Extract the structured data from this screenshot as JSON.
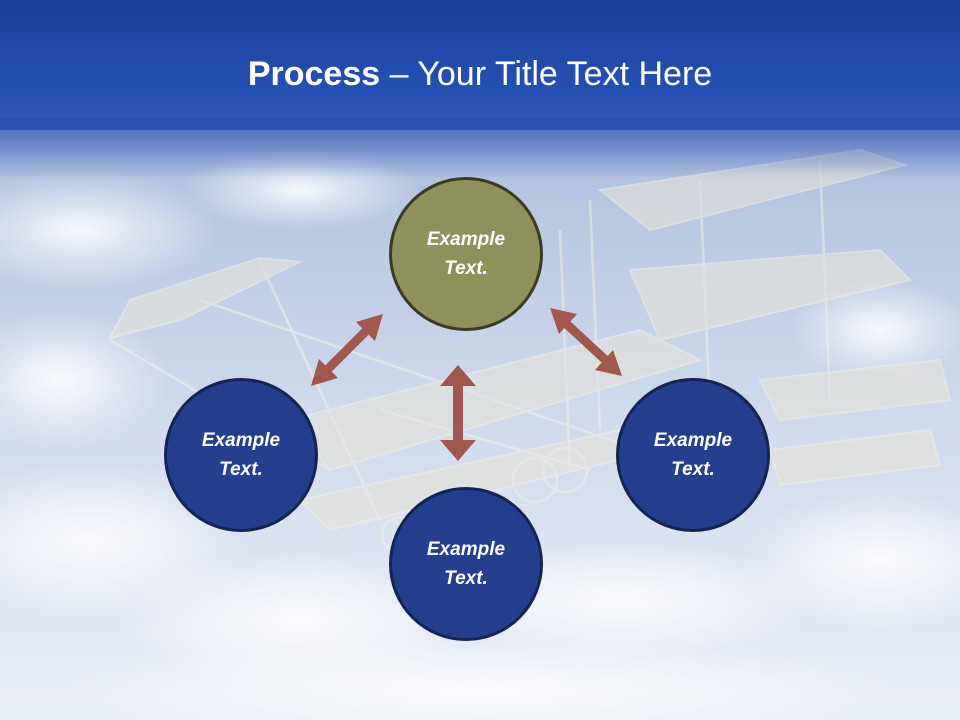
{
  "slide": {
    "title_bold": "Process",
    "title_rest": " – Your Title Text Here"
  },
  "nodes": {
    "top": "Example Text.",
    "left": "Example Text.",
    "right": "Example Text.",
    "bottom": "Example Text."
  },
  "colors": {
    "header": "#2550b4",
    "node_top": "#8f915d",
    "node_blue": "#233f8d",
    "arrow": "#a0574e"
  },
  "background": "biplane-in-clouds-photo"
}
